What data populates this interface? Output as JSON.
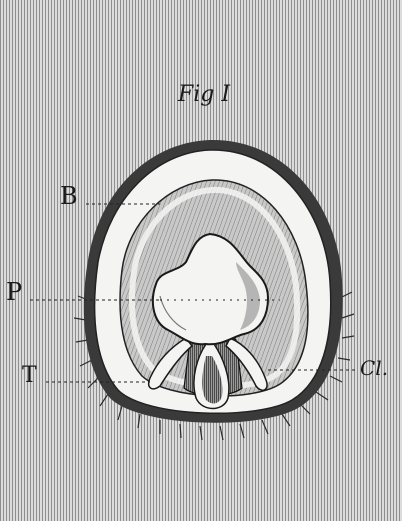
{
  "figure": {
    "title": "Fig I",
    "labels": {
      "b": "B",
      "p": "P",
      "t": "T",
      "cl": "Cl."
    }
  },
  "colors": {
    "paper": "#d9d9d9",
    "hatch": "#9a9a9a",
    "ink": "#1a1a1a",
    "highlight": "#f4f4f2"
  }
}
